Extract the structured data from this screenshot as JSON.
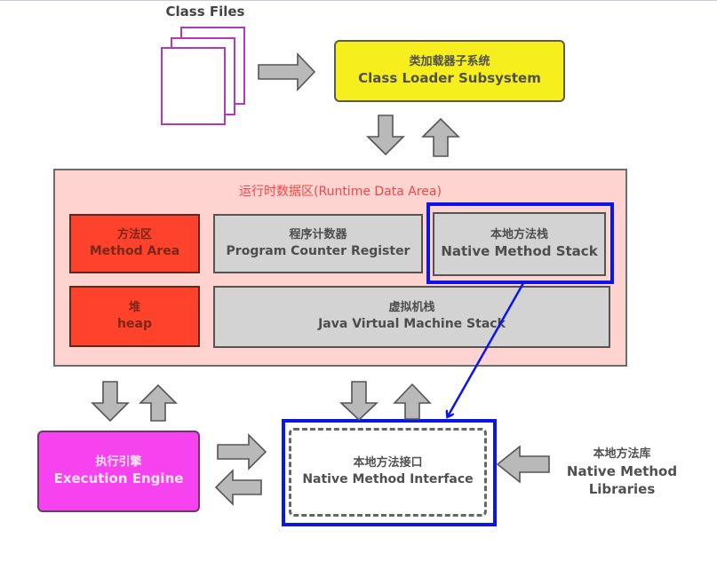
{
  "diagram": {
    "class_files": {
      "label": "Class Files",
      "page_count": 3
    },
    "class_loader": {
      "cn": "类加载器子系统",
      "en": "Class Loader Subsystem"
    },
    "runtime_area": {
      "title": "运行时数据区(Runtime Data Area)",
      "regions": {
        "method_area": {
          "cn": "方法区",
          "en": "Method Area"
        },
        "pc_register": {
          "cn": "程序计数器",
          "en": "Program Counter Register"
        },
        "native_method_stack": {
          "cn": "本地方法栈",
          "en": "Native Method Stack"
        },
        "heap": {
          "cn": "堆",
          "en": "heap"
        },
        "jvm_stack": {
          "cn": "虚拟机栈",
          "en": "Java Virtual Machine Stack"
        }
      }
    },
    "execution_engine": {
      "cn": "执行引擎",
      "en": "Execution Engine"
    },
    "native_method_interface": {
      "cn": "本地方法接口",
      "en": "Native Method Interface"
    },
    "native_method_libraries": {
      "cn": "本地方法库",
      "en_line1": "Native Method",
      "en_line2": "Libraries"
    },
    "colors": {
      "class_loader_fill": "#f7ee1d",
      "runtime_fill": "#ffd4d0",
      "runtime_title": "#f0474a",
      "red_region": "#fe422c",
      "gray_region": "#d3d3d3",
      "execution_engine_fill": "#f742ef",
      "highlight_blue": "#0a15e6",
      "class_file_border": "#b23ab7",
      "arrow_fill": "#b9b9b9"
    },
    "connections": [
      {
        "from": "class_files",
        "to": "class_loader",
        "direction": "right"
      },
      {
        "from": "class_loader",
        "to": "runtime_area",
        "direction": "down"
      },
      {
        "from": "runtime_area",
        "to": "class_loader",
        "direction": "up"
      },
      {
        "from": "runtime_area",
        "to": "execution_engine",
        "direction": "down"
      },
      {
        "from": "execution_engine",
        "to": "runtime_area",
        "direction": "up"
      },
      {
        "from": "runtime_area",
        "to": "native_method_interface",
        "direction": "down"
      },
      {
        "from": "native_method_interface",
        "to": "runtime_area",
        "direction": "up"
      },
      {
        "from": "execution_engine",
        "to": "native_method_interface",
        "direction": "right"
      },
      {
        "from": "native_method_interface",
        "to": "execution_engine",
        "direction": "left"
      },
      {
        "from": "native_method_libraries",
        "to": "native_method_interface",
        "direction": "left"
      },
      {
        "from": "native_method_stack",
        "to": "native_method_interface",
        "direction": "line-arrow"
      }
    ]
  }
}
